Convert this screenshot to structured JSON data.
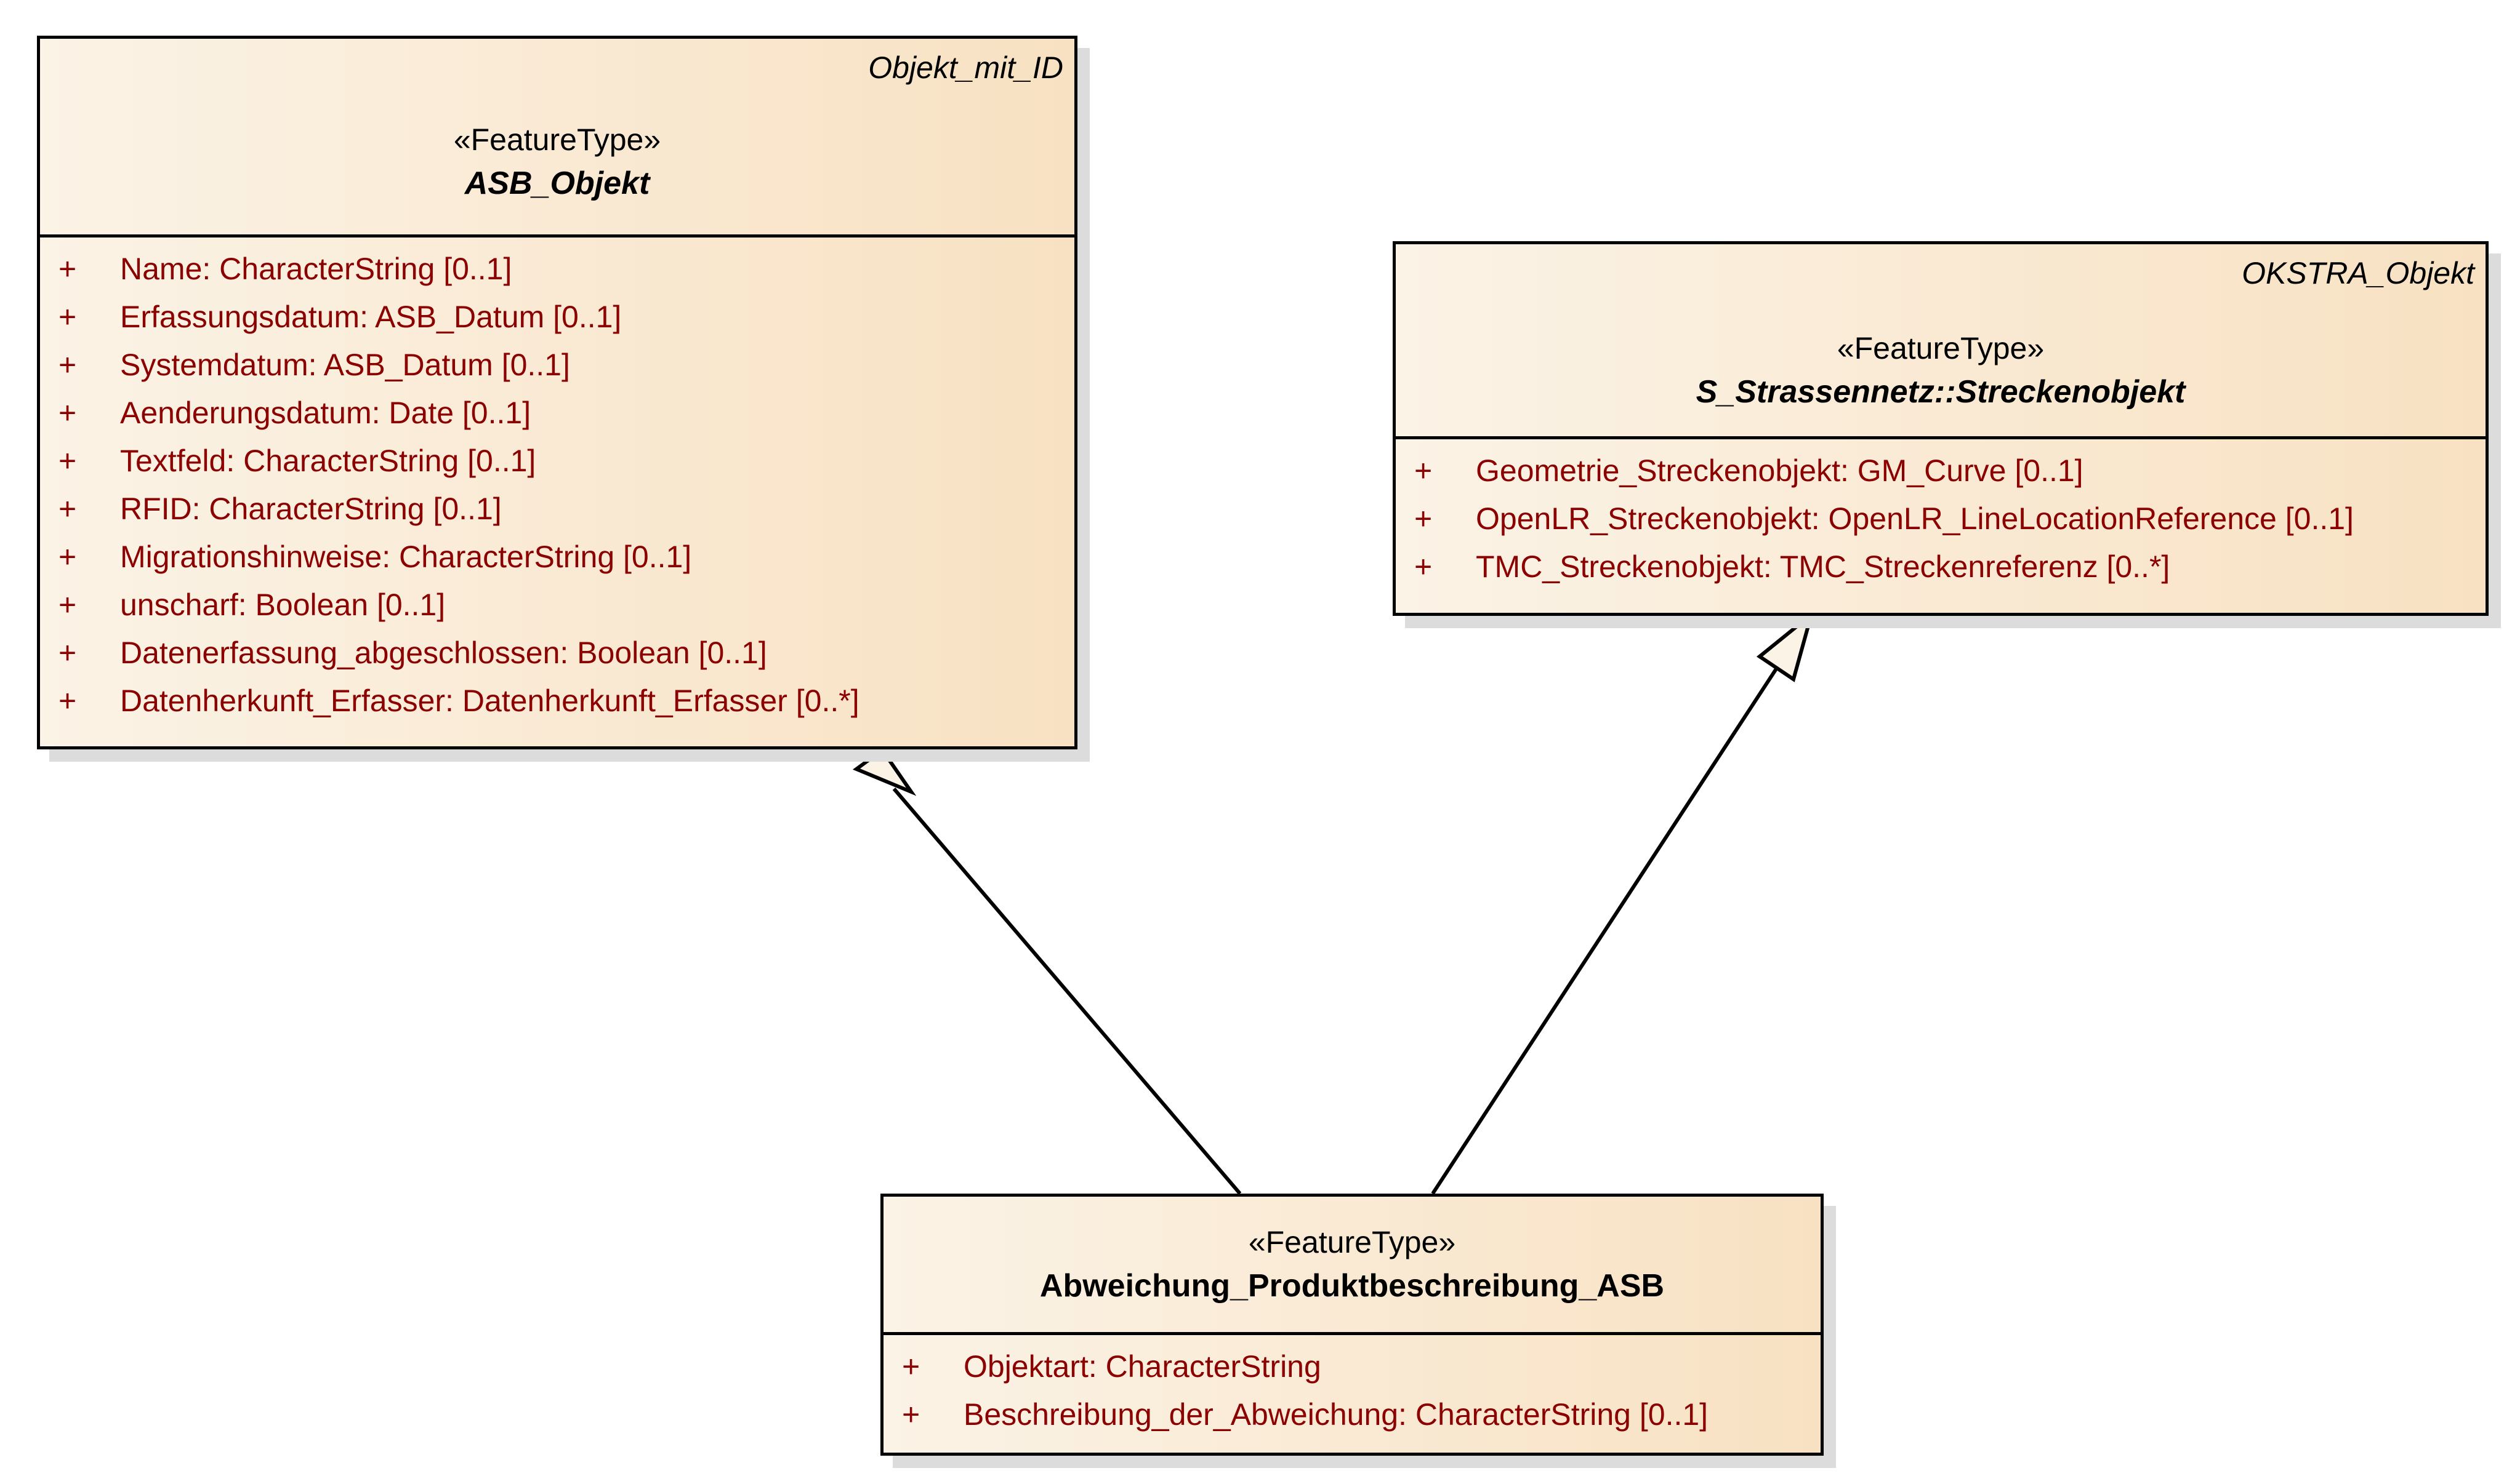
{
  "classes": {
    "asb_objekt": {
      "parent": "Objekt_mit_ID",
      "stereotype": "«FeatureType»",
      "name": "ASB_Objekt",
      "attributes": [
        {
          "vis": "+",
          "text": "Name: CharacterString [0..1]"
        },
        {
          "vis": "+",
          "text": "Erfassungsdatum: ASB_Datum [0..1]"
        },
        {
          "vis": "+",
          "text": "Systemdatum: ASB_Datum [0..1]"
        },
        {
          "vis": "+",
          "text": "Aenderungsdatum: Date [0..1]"
        },
        {
          "vis": "+",
          "text": "Textfeld: CharacterString [0..1]"
        },
        {
          "vis": "+",
          "text": "RFID: CharacterString [0..1]"
        },
        {
          "vis": "+",
          "text": "Migrationshinweise: CharacterString [0..1]"
        },
        {
          "vis": "+",
          "text": "unscharf: Boolean [0..1]"
        },
        {
          "vis": "+",
          "text": "Datenerfassung_abgeschlossen: Boolean [0..1]"
        },
        {
          "vis": "+",
          "text": "Datenherkunft_Erfasser: Datenherkunft_Erfasser [0..*]"
        }
      ]
    },
    "streckenobjekt": {
      "parent": "OKSTRA_Objekt",
      "stereotype": "«FeatureType»",
      "name": "S_Strassennetz::Streckenobjekt",
      "attributes": [
        {
          "vis": "+",
          "text": "Geometrie_Streckenobjekt: GM_Curve [0..1]"
        },
        {
          "vis": "+",
          "text": "OpenLR_Streckenobjekt: OpenLR_LineLocationReference [0..1]"
        },
        {
          "vis": "+",
          "text": "TMC_Streckenobjekt: TMC_Streckenreferenz [0..*]"
        }
      ]
    },
    "abweichung": {
      "stereotype": "«FeatureType»",
      "name": "Abweichung_Produktbeschreibung_ASB",
      "attributes": [
        {
          "vis": "+",
          "text": "Objektart: CharacterString"
        },
        {
          "vis": "+",
          "text": "Beschreibung_der_Abweichung: CharacterString [0..1]"
        }
      ]
    }
  },
  "relations": [
    {
      "type": "generalization",
      "from": "Abweichung_Produktbeschreibung_ASB",
      "to": "ASB_Objekt"
    },
    {
      "type": "generalization",
      "from": "Abweichung_Produktbeschreibung_ASB",
      "to": "S_Strassennetz::Streckenobjekt"
    }
  ],
  "colors": {
    "attribute_text": "#8b0000",
    "fill_light": "#fbf3e6",
    "fill_dark": "#f8e1c2"
  }
}
